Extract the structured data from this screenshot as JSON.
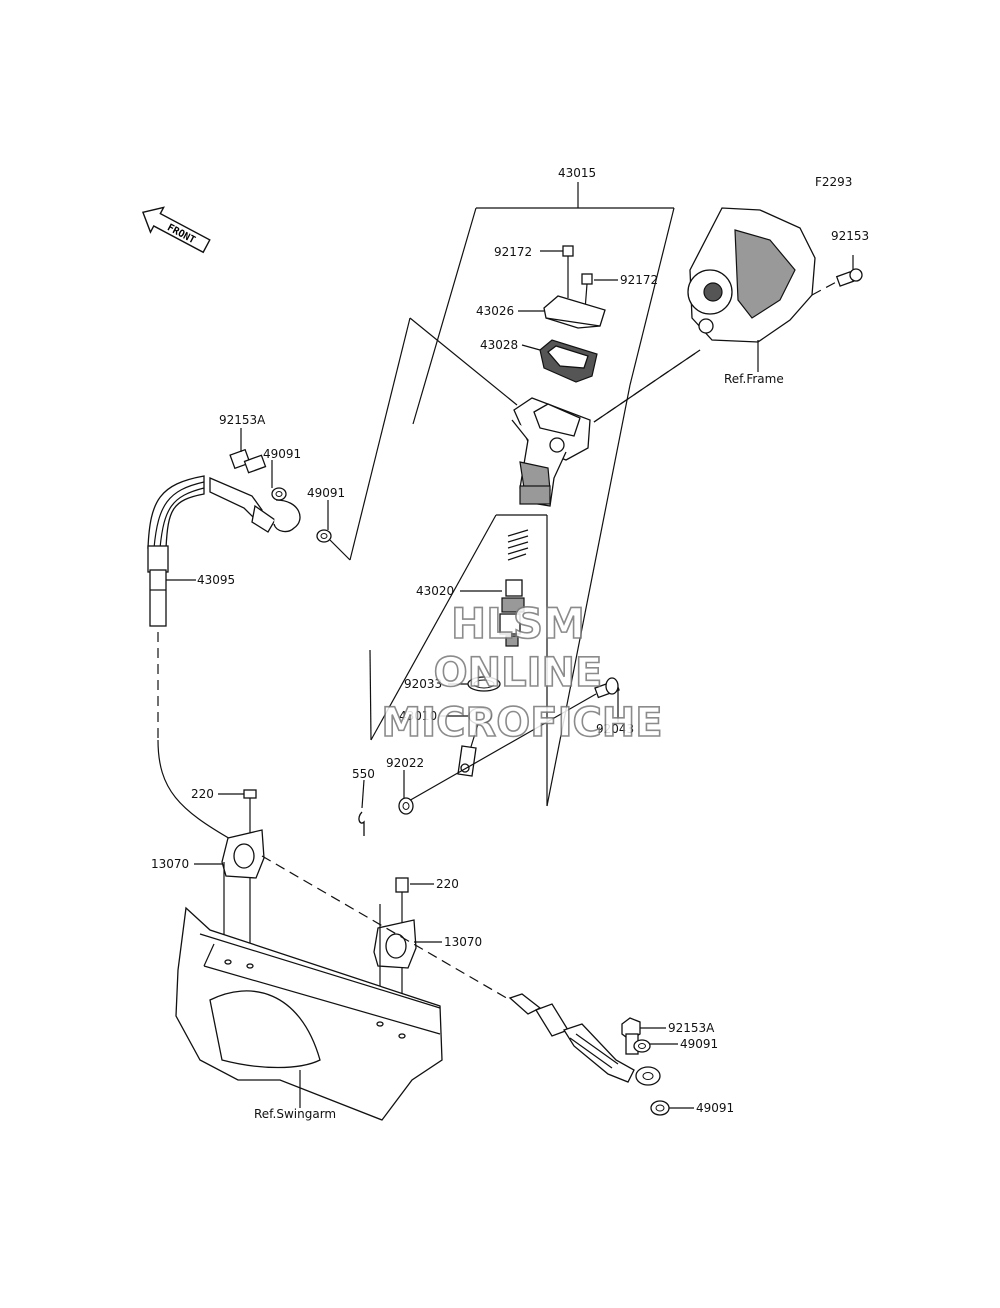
{
  "diagram_code": "F2293",
  "front_label": "FRONT",
  "watermark": {
    "line1": "HLSM",
    "line2": "ONLINE",
    "line3": "MICROFICHE"
  },
  "labels": {
    "assembly": "43015",
    "bolt_a": "92172",
    "bolt_b": "92172",
    "cap": "43026",
    "diaphragm": "43028",
    "frame_bolt": "92153",
    "ref_frame": "Ref.Frame",
    "banjo_top": "92153A",
    "washer_a": "49091",
    "washer_b": "49091",
    "hose": "43095",
    "piston_kit": "43020",
    "circlip": "92033",
    "pushrod": "43010",
    "pin": "92043",
    "cotter": "550",
    "washer_pin": "92022",
    "screw_a": "220",
    "clamp_a": "13070",
    "screw_b": "220",
    "clamp_b": "13070",
    "banjo_bottom": "92153A",
    "washer_c": "49091",
    "washer_d": "49091",
    "ref_swingarm": "Ref.Swingarm"
  }
}
